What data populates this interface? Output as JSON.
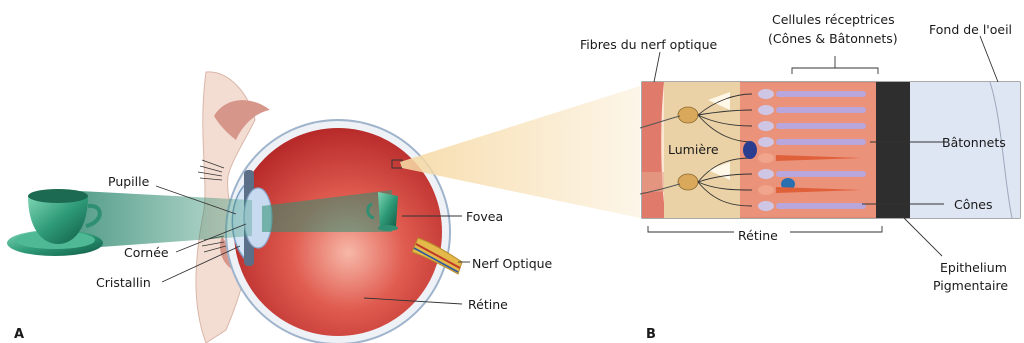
{
  "panels": {
    "a": "A",
    "b": "B"
  },
  "labels": {
    "pupille": "Pupille",
    "cornee": "Cornée",
    "cristallin": "Cristallin",
    "fovea": "Fovea",
    "nerf_optique": "Nerf Optique",
    "retine_eye": "Rétine",
    "fibres": "Fibres du nerf optique",
    "cellules_line1": "Cellules réceptrices",
    "cellules_line2": "(Cônes & Bâtonnets)",
    "fond": "Fond de l'oeil",
    "lumiere": "Lumière",
    "batonnets": "Bâtonnets",
    "cones": "Cônes",
    "retine_section": "Rétine",
    "epithelium_line1": "Epithelium",
    "epithelium_line2": "Pigmentaire"
  },
  "colors": {
    "eye_red": "#d9413c",
    "sclera": "#eef2f6",
    "lens_blue": "#c8daf0",
    "cup_green": "#2e8f72",
    "light_beam": "#f2c98a",
    "ganglion_layer": "#ead2a6",
    "photoreceptor_layer": "#e8826a",
    "rods": "#b8a6dc",
    "cones": "#e0603a",
    "epithelium": "#2e2e2e",
    "choroid": "#dfe6f3"
  }
}
